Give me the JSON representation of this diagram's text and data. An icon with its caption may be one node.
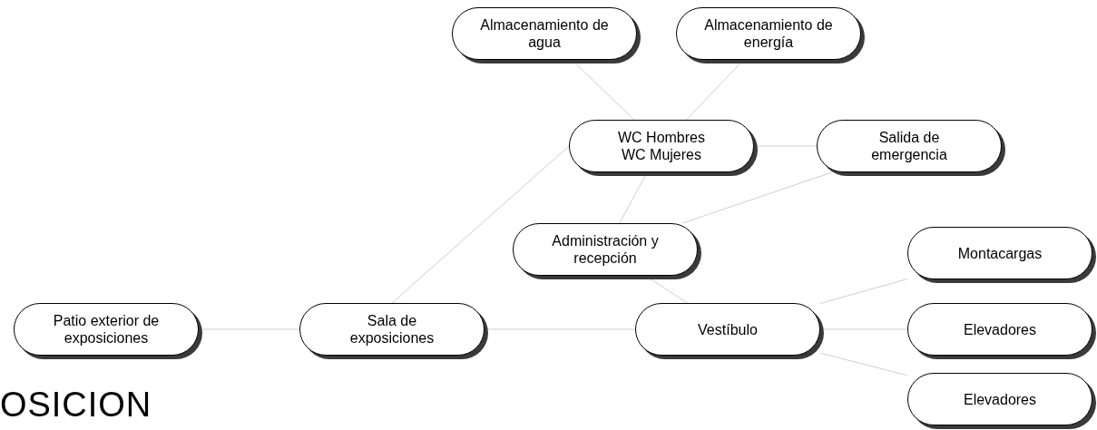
{
  "diagram": {
    "nodes": [
      {
        "text": [
          "Almacenamiento de agua"
        ]
      },
      {
        "text": [
          "Almacenamiento de energía"
        ]
      },
      {
        "text": [
          "WC Hombres WC Mujeres"
        ]
      },
      {
        "text": [
          "Salida de emergencia"
        ]
      },
      {
        "text": [
          "Administración y recepción"
        ]
      },
      {
        "text": [
          "Patio exterior de exposiciones"
        ]
      },
      {
        "text": [
          "Sala de exposiciones"
        ]
      },
      {
        "text": [
          "Vestíbulo"
        ]
      },
      {
        "text": [
          "Montacargas"
        ]
      },
      {
        "text": [
          "Elevadores"
        ]
      },
      {
        "text": [
          "Elevadores"
        ]
      }
    ],
    "edges": [
      {
        "from": 5,
        "to": 6,
        "arrow": "none"
      },
      {
        "from": 6,
        "to": 7,
        "arrow": "none"
      },
      {
        "from": 6,
        "to": 2,
        "arrow": "none"
      },
      {
        "from": 0,
        "to": 2,
        "arrow": "none"
      },
      {
        "from": 1,
        "to": 2,
        "arrow": "none"
      },
      {
        "from": 2,
        "to": 3,
        "arrow": "none"
      },
      {
        "from": 2,
        "to": 4,
        "arrow": "none"
      },
      {
        "from": 3,
        "to": 4,
        "arrow": "none"
      },
      {
        "from": 4,
        "to": 7,
        "arrow": "none"
      },
      {
        "from": 7,
        "to": 8,
        "arrow": "none"
      },
      {
        "from": 7,
        "to": 9,
        "arrow": "none"
      },
      {
        "from": 7,
        "to": 10,
        "arrow": "none"
      }
    ],
    "labels": [
      "OSICION"
    ]
  }
}
